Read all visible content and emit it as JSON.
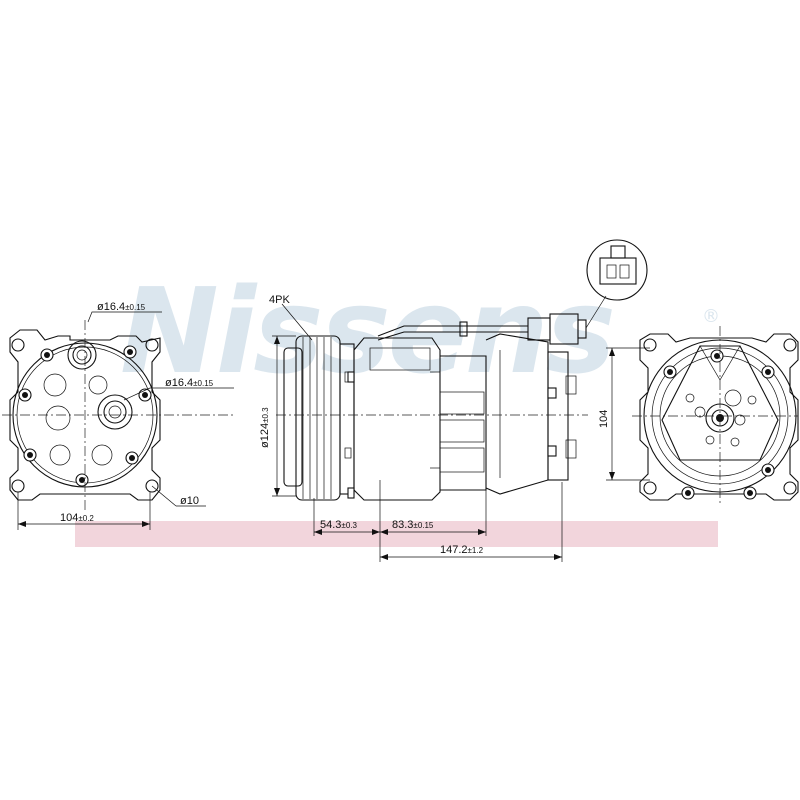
{
  "watermark": {
    "brand": "Nissens",
    "registered_mark": "®",
    "band_color": "#f2d5dc",
    "letter_color": "#dbe6ee"
  },
  "dimensions": {
    "top_port_diameter": {
      "main": "ø16.4",
      "tol": "±0.15"
    },
    "side_port_diameter": {
      "main": "ø16.4",
      "tol": "±0.15"
    },
    "mount_hole_diameter": {
      "main": "ø10",
      "tol": ""
    },
    "left_face_width": {
      "main": "104",
      "tol": "±0.2"
    },
    "belt_profile": {
      "main": "4PK",
      "tol": ""
    },
    "pulley_diameter": {
      "main": "ø124",
      "tol": "±0.3"
    },
    "pulley_to_port": {
      "main": "54.3",
      "tol": "±0.3"
    },
    "port_spacing": {
      "main": "83.3",
      "tol": "±0.15"
    },
    "overall_length": {
      "main": "147.2",
      "tol": "±1.2"
    },
    "right_face_height": {
      "main": "104",
      "tol": ""
    }
  },
  "views": {
    "left": "front-view-pulley-side",
    "side": "side-view-compressor",
    "right": "rear-view-compressor",
    "connector": "electrical-connector-detail"
  }
}
